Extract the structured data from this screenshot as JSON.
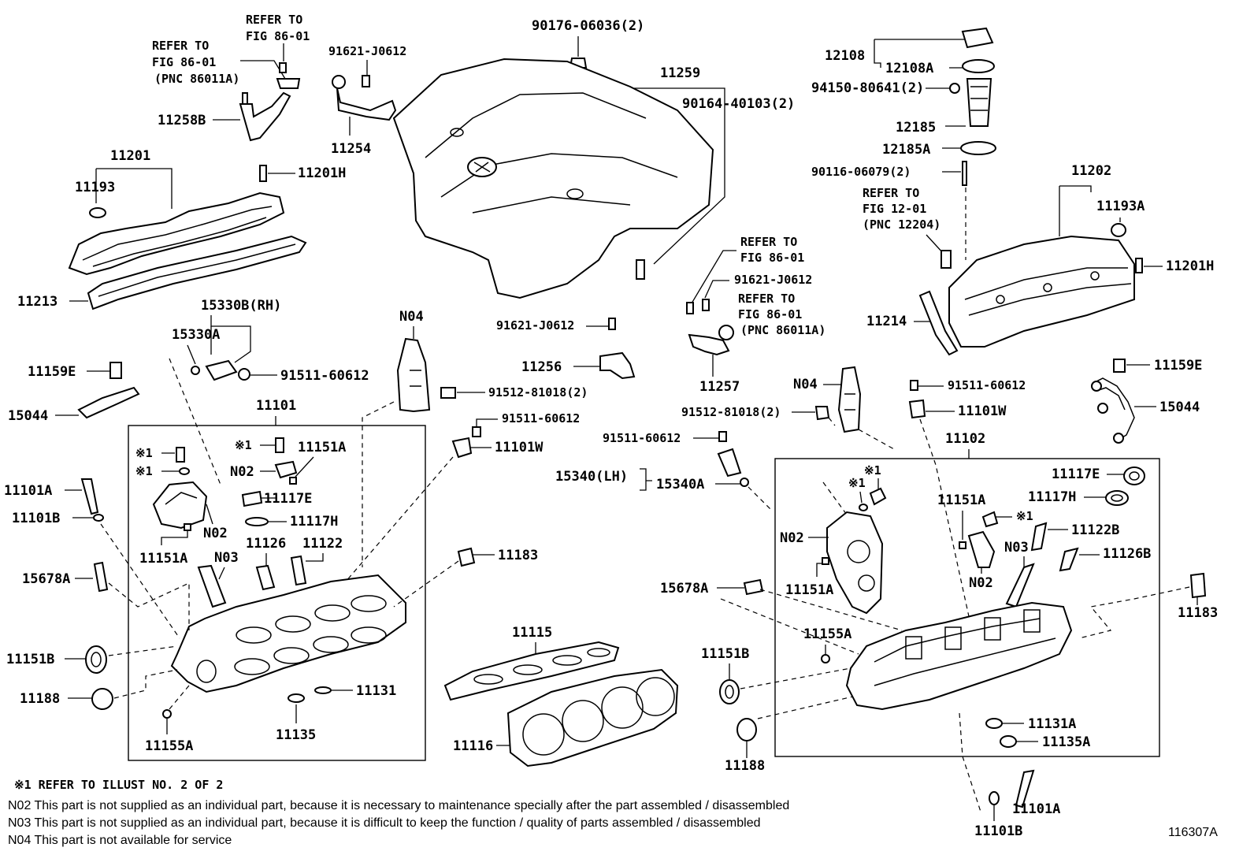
{
  "labels": {
    "refer_to_a": "REFER TO",
    "fig_86_01_a": "FIG 86-01",
    "refer_to_b": "REFER TO",
    "fig_86_01_b": "FIG 86-01",
    "pnc_86011a_a": "(PNC 86011A)",
    "p_91621_j0612_a": "91621-J0612",
    "p_90176_06036": "90176-06036(2)",
    "p_12108": "12108",
    "p_12108a": "12108A",
    "p_94150_80641": "94150-80641(2)",
    "p_12185": "12185",
    "p_12185a": "12185A",
    "p_90116_06079": "90116-06079(2)",
    "refer_to_c": "REFER TO",
    "fig_12_01": "FIG 12-01",
    "pnc_12204": "(PNC 12204)",
    "p_11202": "11202",
    "p_11193a": "11193A",
    "p_11201h_r": "11201H",
    "p_11214": "11214",
    "p_11259": "11259",
    "p_90164_40103": "90164-40103(2)",
    "p_11258b": "11258B",
    "p_11254": "11254",
    "p_11201": "11201",
    "p_11193": "11193",
    "p_11201h_l": "11201H",
    "p_11213": "11213",
    "p_15330b": "15330B(RH)",
    "p_15330a": "15330A",
    "p_91511_60612_a": "91511-60612",
    "p_11159e_l": "11159E",
    "p_15044_l": "15044",
    "p_n04_a": "N04",
    "p_91512_81018_a": "91512-81018(2)",
    "p_91511_60612_b": "91511-60612",
    "p_11101w_l": "11101W",
    "refer_to_d": "REFER TO",
    "fig_86_01_d": "FIG 86-01",
    "p_91621_j0612_b": "91621-J0612",
    "refer_to_e": "REFER TO",
    "fig_86_01_e": "FIG 86-01",
    "pnc_86011a_e": "(PNC 86011A)",
    "p_91621_j0612_c": "91621-J0612",
    "p_11256": "11256",
    "p_11257": "11257",
    "p_n04_b": "N04",
    "p_91512_81018_b": "91512-81018(2)",
    "p_91511_60612_c": "91511-60612",
    "p_11101w_r": "11101W",
    "p_11159e_r": "11159E",
    "p_15044_r": "15044",
    "p_11101": "11101",
    "p_x1_a": "※1",
    "p_x1_b": "※1",
    "p_x1_c": "※1",
    "p_n02_a": "N02",
    "p_11151a_a": "11151A",
    "p_11117e_l": "11117E",
    "p_11117h_l": "11117H",
    "p_n02_b": "N02",
    "p_11151a_b": "11151A",
    "p_n03_a": "N03",
    "p_11126": "11126",
    "p_11122": "11122",
    "p_11101a_l": "11101A",
    "p_11101b_l": "11101B",
    "p_15678a_l": "15678A",
    "p_11183_l": "11183",
    "p_11151b_l": "11151B",
    "p_11188_l": "11188",
    "p_11131": "11131",
    "p_11135": "11135",
    "p_11155a_l": "11155A",
    "p_11115": "11115",
    "p_11116": "11116",
    "p_91511_60612_d": "91511-60612",
    "p_15340": "15340(LH)",
    "p_15340a": "15340A",
    "p_11102": "11102",
    "p_x1_d": "※1",
    "p_x1_e": "※1",
    "p_n02_c": "N02",
    "p_11151a_c": "11151A",
    "p_15678a_r": "15678A",
    "p_11155a_r": "11155A",
    "p_11151b_r": "11151B",
    "p_11188_r": "11188",
    "p_11151a_d": "11151A",
    "p_x1_f": "※1",
    "p_n02_d": "N02",
    "p_n03_b": "N03",
    "p_11117e_r": "11117E",
    "p_11117h_r": "11117H",
    "p_11122b": "11122B",
    "p_11126b": "11126B",
    "p_11183_r": "11183",
    "p_11131a": "11131A",
    "p_11135a": "11135A",
    "p_11101a_r": "11101A",
    "p_11101b_r": "11101B"
  },
  "notes": {
    "n1": "※1 REFER TO ILLUST NO. 2 OF 2",
    "n2": "N02  This part is not supplied as an individual part, because it is necessary to maintenance specially after the part assembled / disassembled",
    "n3": "N03  This part is not supplied as an individual part, because it is difficult to keep the function / quality of parts  assembled / disassembled",
    "n4": "N04  This part is not available for service"
  },
  "figure_id": "116307A"
}
